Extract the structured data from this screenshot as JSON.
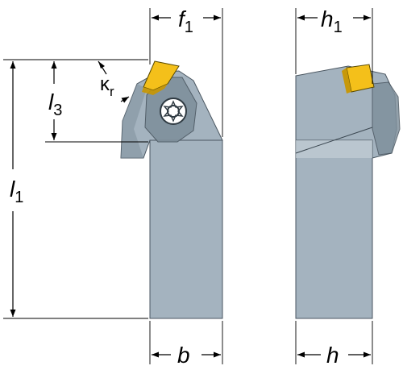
{
  "labels": {
    "f1_main": "f",
    "f1_sub": "1",
    "h1_main": "h",
    "h1_sub": "1",
    "l1_main": "l",
    "l1_sub": "1",
    "l3_main": "l",
    "l3_sub": "3",
    "kr_main": "κ",
    "kr_sub": "r",
    "b": "b",
    "h": "h"
  },
  "colors": {
    "body": "#a4b3bf",
    "body_dark": "#7f909c",
    "body_light": "#c3ced6",
    "insert": "#f4c01a",
    "insert_dark": "#c99700",
    "outline": "#3a4650"
  }
}
